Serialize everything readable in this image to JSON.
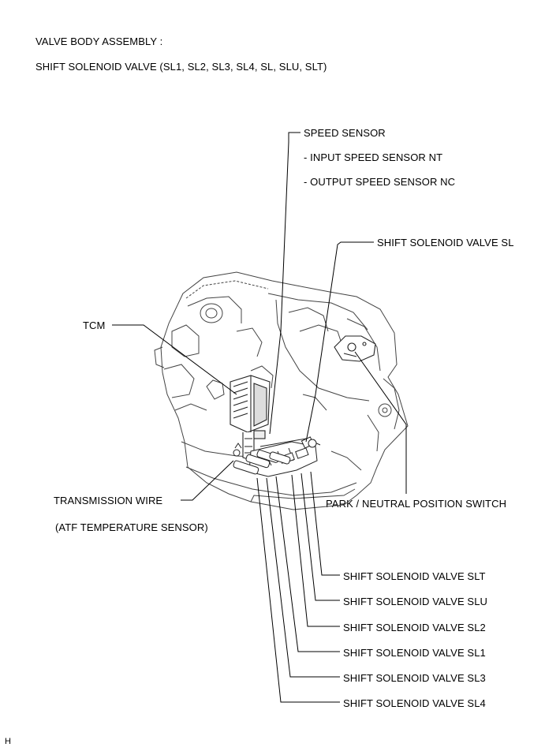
{
  "header": {
    "line1": "VALVE BODY ASSEMBLY :",
    "line2": "SHIFT SOLENOID VALVE (SL1, SL2, SL3, SL4, SL, SLU, SLT)"
  },
  "labels": {
    "speed_sensor": "SPEED SENSOR",
    "input_speed_sensor": "- INPUT SPEED SENSOR NT",
    "output_speed_sensor": "- OUTPUT SPEED SENSOR NC",
    "shift_solenoid_sl": "SHIFT SOLENOID VALVE SL",
    "tcm": "TCM",
    "transmission_wire": "TRANSMISSION WIRE",
    "atf_temp_sensor": "(ATF TEMPERATURE SENSOR)",
    "park_neutral_switch": "PARK / NEUTRAL POSITION SWITCH",
    "shift_solenoid_slt": "SHIFT SOLENOID VALVE SLT",
    "shift_solenoid_slu": "SHIFT SOLENOID VALVE SLU",
    "shift_solenoid_sl2": "SHIFT SOLENOID VALVE SL2",
    "shift_solenoid_sl1": "SHIFT SOLENOID VALVE SL1",
    "shift_solenoid_sl3": "SHIFT SOLENOID VALVE SL3",
    "shift_solenoid_sl4": "SHIFT SOLENOID VALVE SL4"
  },
  "corner_mark": "H"
}
